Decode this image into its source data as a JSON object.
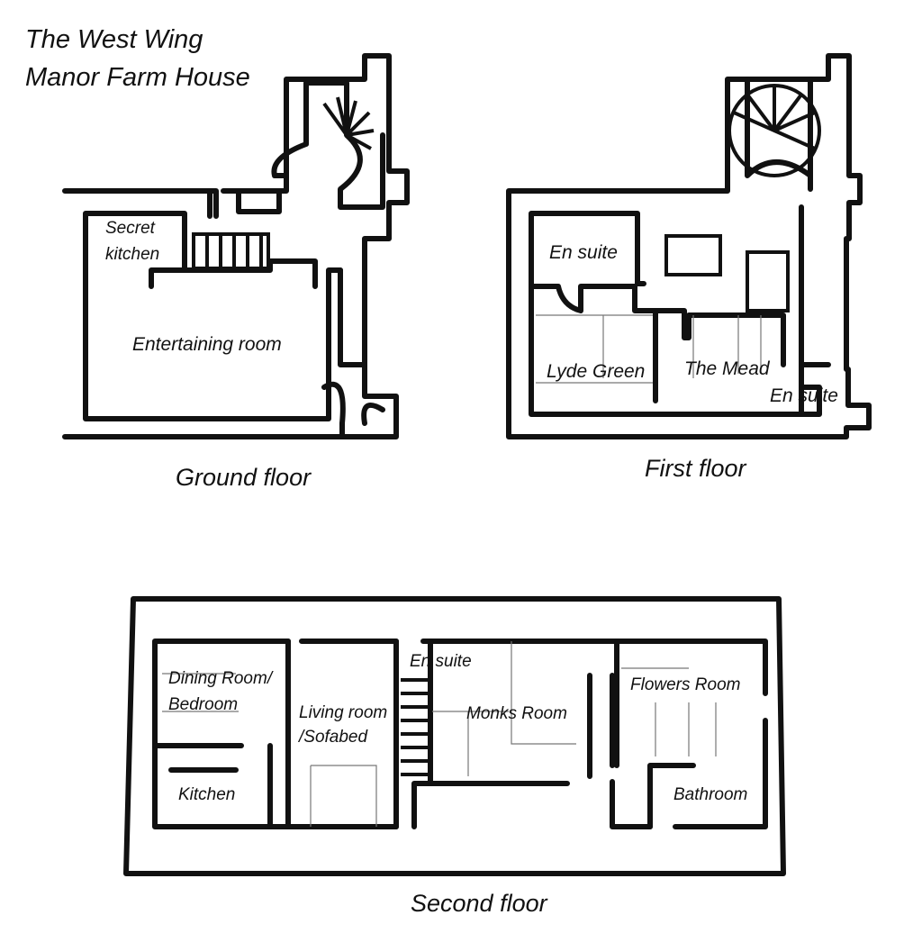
{
  "title": {
    "line1": "The West Wing",
    "line2": "Manor Farm House"
  },
  "ground_floor": {
    "caption": "Ground floor",
    "rooms": {
      "secret_kitchen_1": "Secret",
      "secret_kitchen_2": "kitchen",
      "entertaining": "Entertaining room"
    }
  },
  "first_floor": {
    "caption": "First floor",
    "rooms": {
      "en_suite_a": "En suite",
      "lyde_green": "Lyde Green",
      "the_mead": "The Mead",
      "en_suite_b": "En suite"
    }
  },
  "second_floor": {
    "caption": "Second floor",
    "rooms": {
      "dining_1": "Dining Room/",
      "dining_2": "Bedroom",
      "living_1": "Living room",
      "living_2": "/Sofabed",
      "en_suite": "En suite",
      "monks": "Monks Room",
      "flowers": "Flowers Room",
      "kitchen": "Kitchen",
      "bathroom": "Bathroom"
    }
  }
}
